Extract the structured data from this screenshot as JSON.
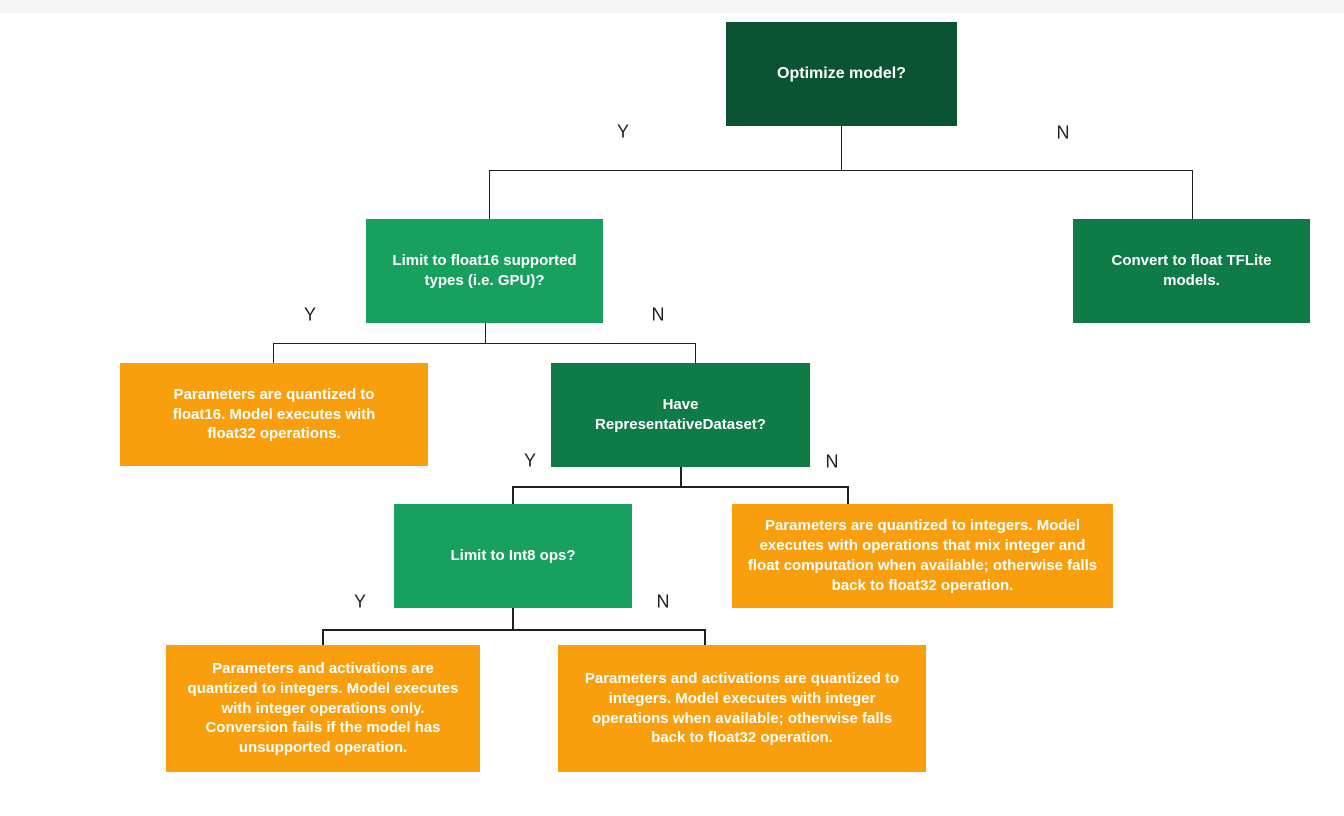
{
  "colors": {
    "dark_green": "#0b5433",
    "mid_green": "#0f7b46",
    "light_green": "#17a05e",
    "orange": "#f99f0e",
    "connector_line": "#1f1f1f",
    "branch_label_text": "#1f1f1f",
    "node_text": "#ffffff",
    "top_strip": "#f6f6f6"
  },
  "flowchart": {
    "nodes": [
      {
        "id": "optimize-model",
        "label": "Optimize model?",
        "color": "dark_green"
      },
      {
        "id": "limit-float16",
        "label": "Limit to float16 supported types (i.e. GPU)?",
        "color": "light_green"
      },
      {
        "id": "convert-float-tflite",
        "label": "Convert to float TFLite models.",
        "color": "mid_green"
      },
      {
        "id": "float16-result",
        "label": "Parameters are quantized to float16. Model executes with float32 operations.",
        "color": "orange"
      },
      {
        "id": "have-representative-dataset",
        "label": "Have RepresentativeDataset?",
        "color": "mid_green"
      },
      {
        "id": "limit-int8",
        "label": "Limit to Int8 ops?",
        "color": "light_green"
      },
      {
        "id": "integer-mixed-result",
        "label": "Parameters are quantized to integers. Model executes with operations that mix integer and float computation when available; otherwise falls back to float32 operation.",
        "color": "orange"
      },
      {
        "id": "integer-only-result",
        "label": "Parameters and activations are quantized to integers. Model executes with integer operations only. Conversion fails if the model has unsupported operation.",
        "color": "orange"
      },
      {
        "id": "integer-fallback-result",
        "label": "Parameters and activations are quantized to integers. Model executes with integer operations when available; otherwise falls back to float32 operation.",
        "color": "orange"
      }
    ],
    "branch_labels": {
      "optimize_yes": "Y",
      "optimize_no": "N",
      "float16_yes": "Y",
      "float16_no": "N",
      "dataset_yes": "Y",
      "dataset_no": "N",
      "int8_yes": "Y",
      "int8_no": "N"
    }
  }
}
